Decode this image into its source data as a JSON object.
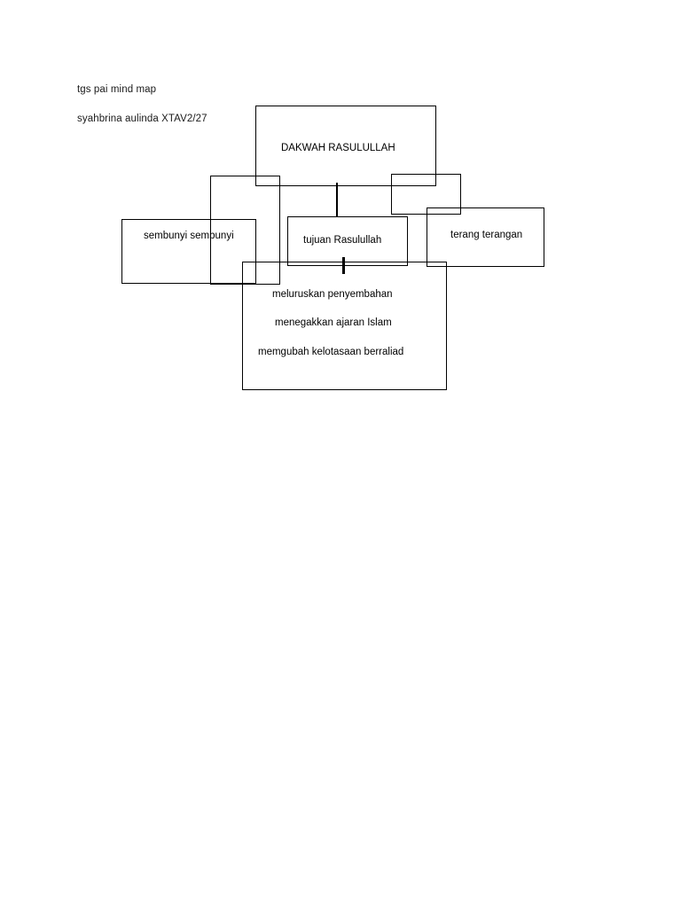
{
  "document": {
    "title_line": "tgs pai mind map",
    "author_line": "syahbrina aulinda XTAV2/27"
  },
  "diagram": {
    "type": "mind-map",
    "nodes": {
      "root": "DAKWAH RASULULLAH",
      "left": "sembunyi sembunyi",
      "center": "tujuan Rasulullah",
      "right": "terang terangan",
      "detail_items": [
        "meluruskan penyembahan",
        "menegakkan ajaran Islam",
        "memgubah kelotasaan berraliad"
      ]
    },
    "colors": {
      "stroke": "#000000",
      "background": "#ffffff",
      "text": "#000000"
    }
  }
}
